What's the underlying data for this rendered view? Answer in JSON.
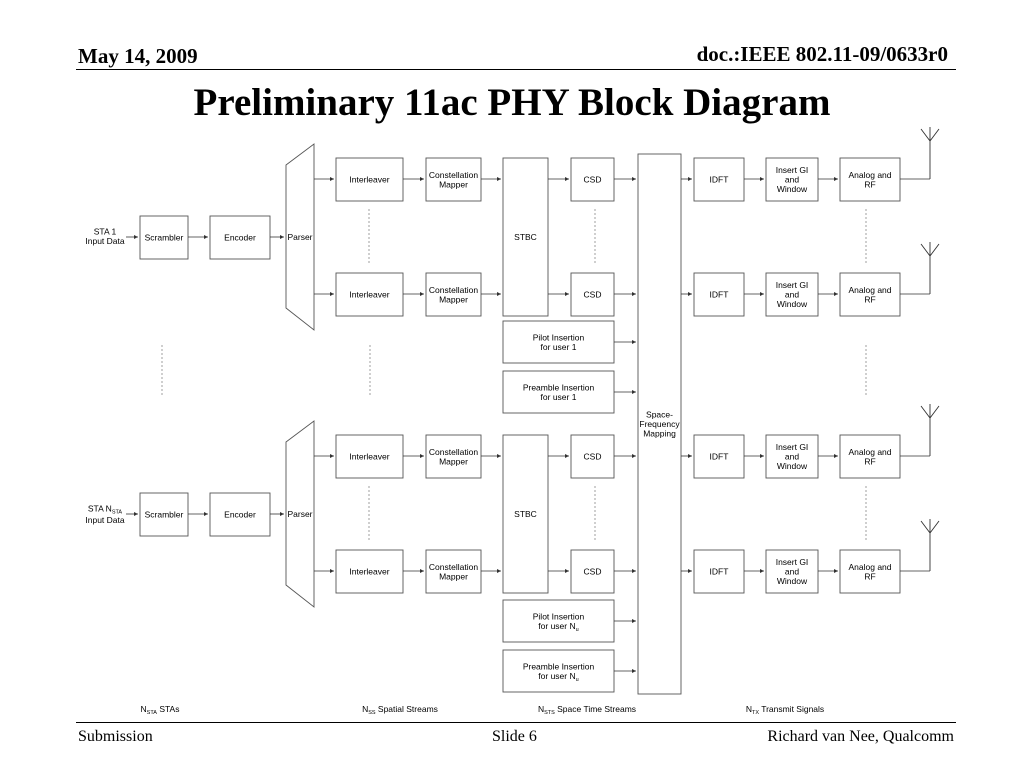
{
  "header": {
    "date": "May 14, 2009",
    "doc_id": "doc.:IEEE 802.11-09/0633r0",
    "title": "Preliminary 11ac PHY Block Diagram"
  },
  "footer": {
    "left": "Submission",
    "center": "Slide 6",
    "right": "Richard van Nee, Qualcomm"
  },
  "diagram": {
    "users": [
      {
        "input_label": [
          "STA 1",
          "Input Data"
        ],
        "pilot_label": [
          "Pilot Insertion",
          "for user 1"
        ],
        "preamble_label": [
          "Preamble Insertion",
          "for user 1"
        ]
      },
      {
        "input_label": [
          "STA N",
          "Input Data"
        ],
        "input_sub": "STA",
        "pilot_label": [
          "Pilot Insertion",
          "for user N"
        ],
        "pilot_sub": "u",
        "preamble_label": [
          "Preamble Insertion",
          "for user N"
        ],
        "preamble_sub": "u"
      }
    ],
    "blocks": {
      "scrambler": "Scrambler",
      "encoder": "Encoder",
      "parser": "Parser",
      "interleaver": "Interleaver",
      "constellation_mapper": [
        "Constellation",
        "Mapper"
      ],
      "stbc": "STBC",
      "csd": "CSD",
      "space_frequency_mapping": [
        "Space-",
        "Frequency",
        "Mapping"
      ],
      "idft": "IDFT",
      "insert_gi": [
        "Insert GI",
        "and",
        "Window"
      ],
      "analog_rf": [
        "Analog and",
        "RF"
      ]
    },
    "bottom_labels": [
      {
        "main": "N",
        "sub": "STA",
        "rest": " STAs"
      },
      {
        "main": "N",
        "sub": "SS",
        "rest": " Spatial Streams"
      },
      {
        "main": "N",
        "sub": "STS",
        "rest": " Space Time Streams"
      },
      {
        "main": "N",
        "sub": "TX",
        "rest": " Transmit Signals"
      }
    ]
  }
}
